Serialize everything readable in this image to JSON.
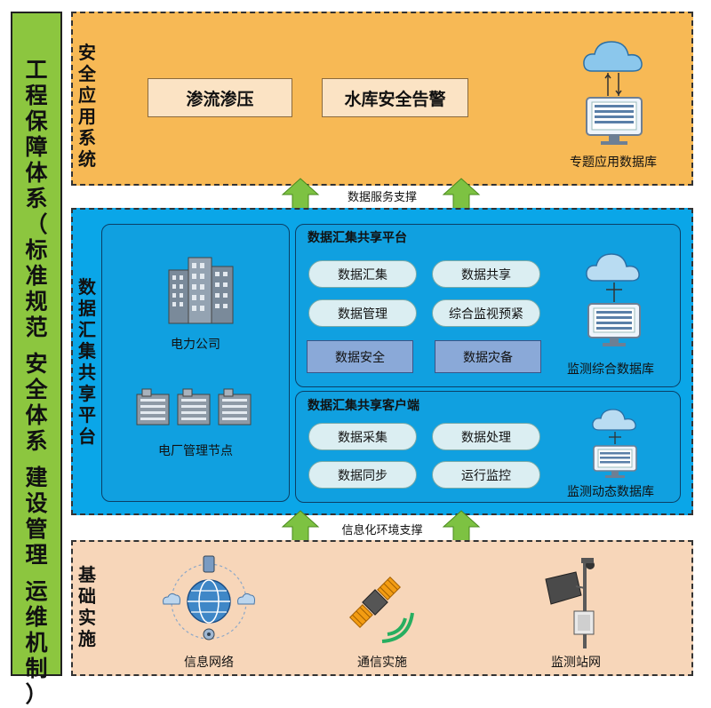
{
  "sidebar": {
    "chars": [
      "工",
      "程",
      "保",
      "障",
      "体",
      "系",
      "（",
      "标",
      "准",
      "规",
      "范",
      "",
      "安",
      "全",
      "体",
      "系",
      "",
      "建",
      "设",
      "管",
      "理",
      "",
      "运",
      "维",
      "机",
      "制",
      "）"
    ]
  },
  "top": {
    "title_chars": [
      "安",
      "全",
      "应",
      "用",
      "系",
      "统"
    ],
    "app1": "渗流渗压",
    "app2": "水库安全告警",
    "db_label": "专题应用数据库"
  },
  "arrow_top_label": "数据服务支撑",
  "middle": {
    "title_chars": [
      "数",
      "据",
      "汇",
      "集",
      "共",
      "享",
      "平",
      "台"
    ],
    "company_label": "电力公司",
    "node_label": "电厂管理节点",
    "platform": {
      "title": "数据汇集共享平台",
      "items": [
        "数据汇集",
        "数据共享",
        "数据管理",
        "综合监视预紧"
      ],
      "buttons": [
        "数据安全",
        "数据灾备"
      ],
      "db_label": "监测综合数据库"
    },
    "client": {
      "title": "数据汇集共享客户端",
      "items": [
        "数据采集",
        "数据处理",
        "数据同步",
        "运行监控"
      ],
      "db_label": "监测动态数据库"
    }
  },
  "arrow_bottom_label": "信息化环境支撑",
  "bottom": {
    "title_chars": [
      "基",
      "础",
      "实",
      "施"
    ],
    "items": [
      "信息网络",
      "通信实施",
      "监测站网"
    ]
  },
  "colors": {
    "sidebar": "#8cc63f",
    "top_layer": "#f7b955",
    "middle_layer": "#0aa6e8",
    "bottom_layer": "#f7d6b9",
    "arrow": "#7dc242"
  }
}
